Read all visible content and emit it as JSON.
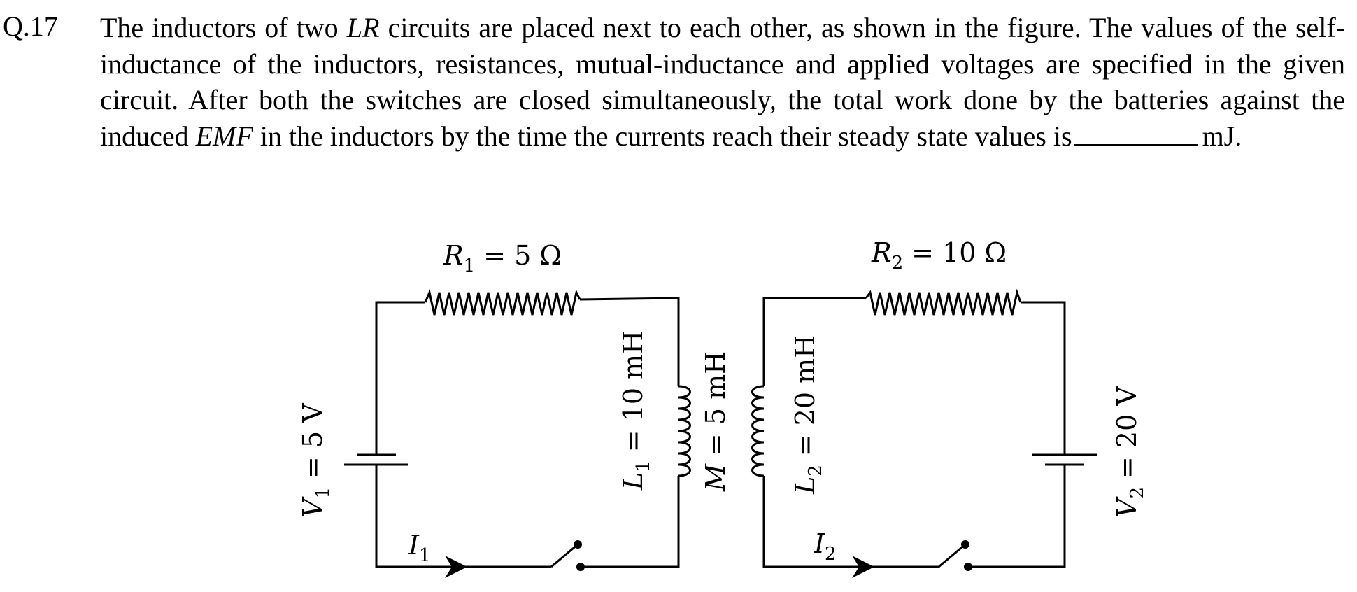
{
  "question": {
    "number": "Q.17",
    "text_1": "The inductors of two",
    "text_lr": "LR",
    "text_2": "circuits are placed next to each other, as shown in the figure. The values of the self-inductance of the inductors, resistances, mutual-inductance and applied voltages are specified in the given circuit. After both the switches are closed simultaneously, the total work done by the batteries against the induced",
    "text_emf": "EMF",
    "text_3": "in the inductors by the time the currents reach their steady state values is",
    "unit": "mJ."
  },
  "circuit": {
    "left": {
      "resistor": {
        "sym": "R",
        "sub": "1",
        "value": "= 5 Ω"
      },
      "inductor": {
        "sym": "L",
        "sub": "1",
        "value": "= 10 mH"
      },
      "battery": {
        "sym": "V",
        "sub": "1",
        "value": "= 5 V"
      },
      "current": {
        "sym": "I",
        "sub": "1"
      }
    },
    "mutual": {
      "sym": "M",
      "value": "= 5 mH"
    },
    "right": {
      "resistor": {
        "sym": "R",
        "sub": "2",
        "value": "= 10 Ω"
      },
      "inductor": {
        "sym": "L",
        "sub": "2",
        "value": "= 20 mH"
      },
      "battery": {
        "sym": "V",
        "sub": "2",
        "value": "= 20 V"
      },
      "current": {
        "sym": "I",
        "sub": "2"
      }
    }
  }
}
